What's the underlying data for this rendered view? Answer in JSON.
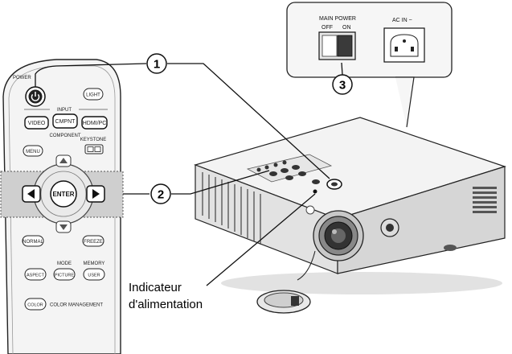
{
  "remote": {
    "power_label": "POWER",
    "light_label": "LIGHT",
    "input_label": "INPUT",
    "video_label": "VIDEO",
    "cmpnt_label": "CMPNT",
    "hdmi_pc_label": "HDMI/PC",
    "component_label": "COMPONENT",
    "keystone_label": "KEYSTONE",
    "menu_label": "MENU",
    "enter_label": "ENTER",
    "normal_label": "NORMAL",
    "freeze_label": "FREEZE",
    "mode_label": "MODE",
    "memory_label": "MEMORY",
    "aspect_label": "ASPECT",
    "picture_label": "PICTURE",
    "user_label": "USER",
    "color_label": "COLOR",
    "color_management_label": "COLOR MANAGEMENT"
  },
  "main_power_panel": {
    "title": "MAIN POWER",
    "off_label": "OFF",
    "on_label": "ON",
    "ac_in_label": "AC IN ~"
  },
  "callouts": [
    "1",
    "2",
    "3"
  ],
  "indicator": {
    "line1": "Indicateur",
    "line2": "d'alimentation"
  }
}
